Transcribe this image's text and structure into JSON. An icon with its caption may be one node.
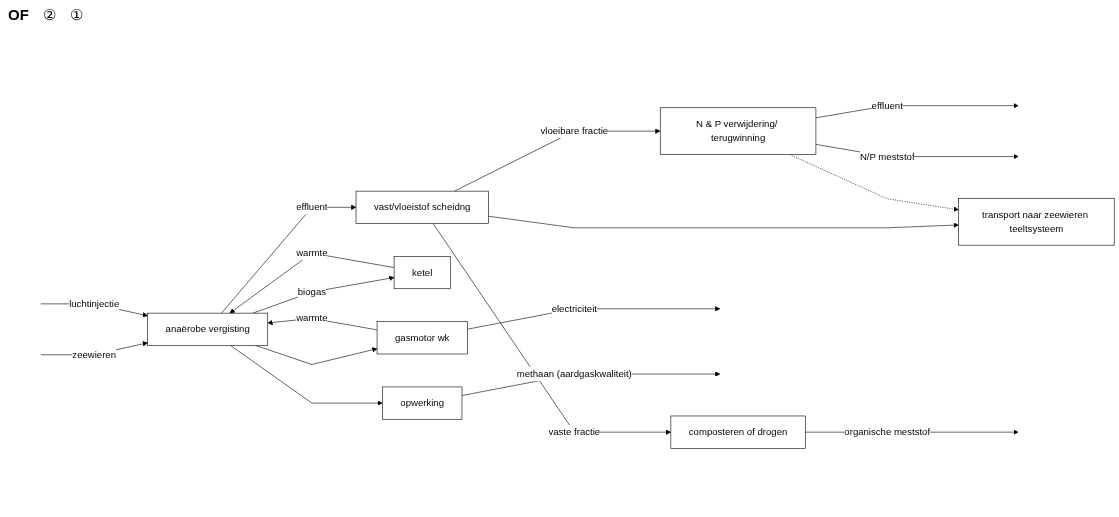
{
  "diagram": {
    "nodes": [
      {
        "text": [
          "anaërobe vergisting"
        ]
      },
      {
        "text": [
          "vast/vloeistof scheidng"
        ]
      },
      {
        "text": [
          "ketel"
        ]
      },
      {
        "text": [
          "gasmotor wk"
        ]
      },
      {
        "text": [
          "opwerking"
        ]
      },
      {
        "text": [
          "N & P verwijdering/ terugwinning"
        ]
      },
      {
        "text": [
          "transport naar zeewieren teeltsysteem"
        ]
      },
      {
        "text": [
          "composteren of drogen"
        ]
      }
    ],
    "edges": [
      {
        "from": null,
        "to": 0,
        "arrow": "to",
        "label": "zeewieren"
      },
      {
        "from": null,
        "to": 0,
        "arrow": "to",
        "label": "luchtinjectie"
      },
      {
        "from": 0,
        "to": 1,
        "arrow": "to",
        "label": "effluent"
      },
      {
        "from": 0,
        "to": 2,
        "arrow": "to",
        "label": "biogas"
      },
      {
        "from": 0,
        "to": 3,
        "arrow": "to"
      },
      {
        "from": 0,
        "to": 4,
        "arrow": "to"
      },
      {
        "from": 2,
        "to": 0,
        "arrow": "to",
        "label": "warmte"
      },
      {
        "from": 3,
        "to": 0,
        "arrow": "to",
        "label": "warmte"
      },
      {
        "from": 3,
        "to": null,
        "arrow": "to",
        "label": "electriciteit"
      },
      {
        "from": 4,
        "to": null,
        "arrow": "to",
        "label": "methaan (aardgaskwaliteit)"
      },
      {
        "from": 1,
        "to": 5,
        "arrow": "to",
        "label": "vloeibare fractie"
      },
      {
        "from": 1,
        "to": 6,
        "arrow": "to"
      },
      {
        "from": 5,
        "to": null,
        "arrow": "to",
        "label": "effluent"
      },
      {
        "from": 5,
        "to": null,
        "arrow": "to",
        "label": "N/P meststof"
      },
      {
        "from": 5,
        "to": 6,
        "arrow": "to",
        "style": "dashed"
      },
      {
        "from": 1,
        "to": 7,
        "arrow": "to",
        "label": "vaste fractie"
      },
      {
        "from": 7,
        "to": null,
        "arrow": "to",
        "label": "organische meststof"
      }
    ],
    "labels": [
      "OF",
      "②",
      "①"
    ]
  }
}
